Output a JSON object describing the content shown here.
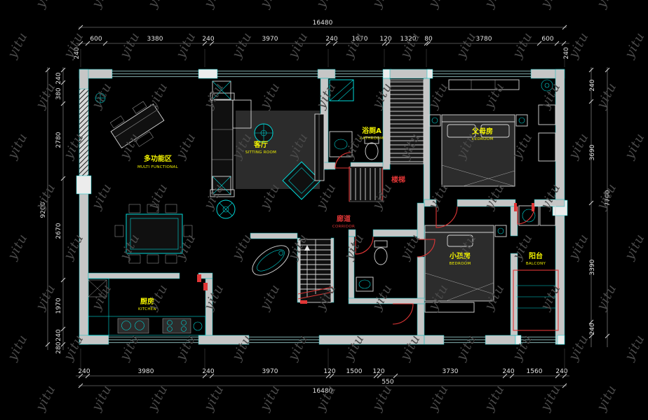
{
  "watermark": {
    "text": "yitu"
  },
  "colors": {
    "background": "#000000",
    "cyan": "#00d9d9",
    "yellow": "#f2f200",
    "red": "#e03636",
    "wall": "#c6c6c6",
    "dim_text": "#e4e4e4",
    "watermark_gray": "#4a4a4a"
  },
  "dims": {
    "top_total": "16480",
    "top": [
      "600",
      "3380",
      "240",
      "3970",
      "240",
      "1670",
      "120",
      "1320",
      "80",
      "3780",
      "600"
    ],
    "top_left_edge": "240",
    "top_right_edge": "240",
    "left": [
      "240",
      "380",
      "2780",
      "2670",
      "1970",
      "240",
      "280"
    ],
    "left_total": "9200",
    "right": [
      "240",
      "3690",
      "3390",
      "240"
    ],
    "right_total": "7700",
    "bottom": [
      "240",
      "3980",
      "240",
      "3970",
      "120",
      "1500",
      "120",
      "3730",
      "240",
      "1560",
      "240"
    ],
    "bottom_extra": "550",
    "bottom_total": "16480"
  },
  "rooms": {
    "multi": {
      "cn": "多功能区",
      "en": "MULTI FUNCTIONAL"
    },
    "sitting": {
      "cn": "客厅",
      "en": "SITTING ROOM"
    },
    "bath_a": {
      "cn": "浴厕A",
      "en": "BATHROOM"
    },
    "parents": {
      "cn": "父母房",
      "en": "BEDROOM"
    },
    "stairs": {
      "cn": "楼梯"
    },
    "corridor": {
      "cn": "廊道",
      "en": "CORRIDOR"
    },
    "kids": {
      "cn": "小孩房",
      "en": "BEDROOM"
    },
    "balcony": {
      "cn": "阳台",
      "en": "BALCONY"
    },
    "kitchen": {
      "cn": "厨房",
      "en": "KITCHEN"
    }
  }
}
